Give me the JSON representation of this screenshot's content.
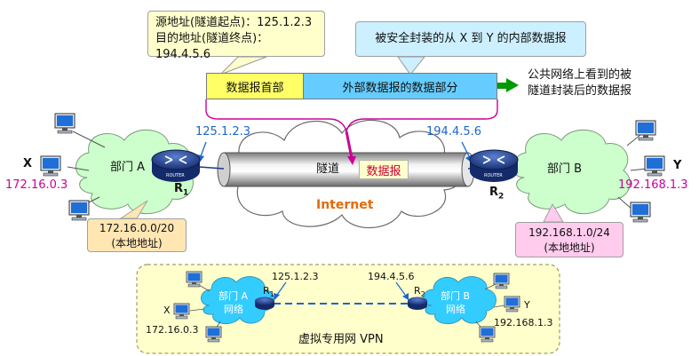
{
  "callouts": {
    "source_addr": "源地址(隧道起点)：125.1.2.3",
    "dest_addr": "目的地址(隧道终点)：194.4.5.6",
    "inner_datagram": "被安全封装的从 X 到 Y 的内部数据报",
    "public_view_line1": "公共网络上看到的被",
    "public_view_line2": "隧道封装后的数据报"
  },
  "packet": {
    "header": "数据报首部",
    "payload": "外部数据报的数据部分"
  },
  "network": {
    "tunnel_label": "隧道",
    "tunnel_payload": "数据报",
    "internet_label": "Internet",
    "ip_r1": "125.1.2.3",
    "ip_r2": "194.4.5.6",
    "dept_a": "部门 A",
    "dept_b": "部门 B",
    "host_x": "X",
    "host_x_ip": "172.16.0.3",
    "host_y": "Y",
    "host_y_ip": "192.168.1.3",
    "r1_label": "R",
    "r1_sub": "1",
    "r2_label": "R",
    "r2_sub": "2",
    "router_text": "ROUTER",
    "lan_a_net": "172.16.0.0/20",
    "lan_a_note": "(本地地址)",
    "lan_b_net": "192.168.1.0/24",
    "lan_b_note": "(本地地址)"
  },
  "vpn": {
    "title": "虚拟专用网 VPN",
    "ip_r1": "125.1.2.3",
    "ip_r2": "194.4.5.6",
    "dept_a_line1": "部门 A",
    "dept_a_line2": "网络",
    "dept_b_line1": "部门 B",
    "dept_b_line2": "网络",
    "r1_label": "R",
    "r1_sub": "1",
    "r2_label": "R",
    "r2_sub": "2",
    "host_x": "X",
    "host_x_ip": "172.16.0.3",
    "host_y": "Y",
    "host_y_ip": "192.168.1.3"
  },
  "colors": {
    "header_yellow": "#ffff66",
    "payload_blue": "#66ccff",
    "callout_yellow": "#ffffcc",
    "callout_blue": "#ccf0ff",
    "magenta": "#cc0099",
    "ip_blue": "#1a66cc",
    "internet_orange": "#e26b0a",
    "cloud_green": "#ccffcc",
    "lan_a_fill": "#ffe6b3",
    "lan_b_fill": "#ffccee",
    "vpn_panel": "#ffffcc",
    "router_blue": "#1f3a8a",
    "arrow_green": "#009900"
  }
}
